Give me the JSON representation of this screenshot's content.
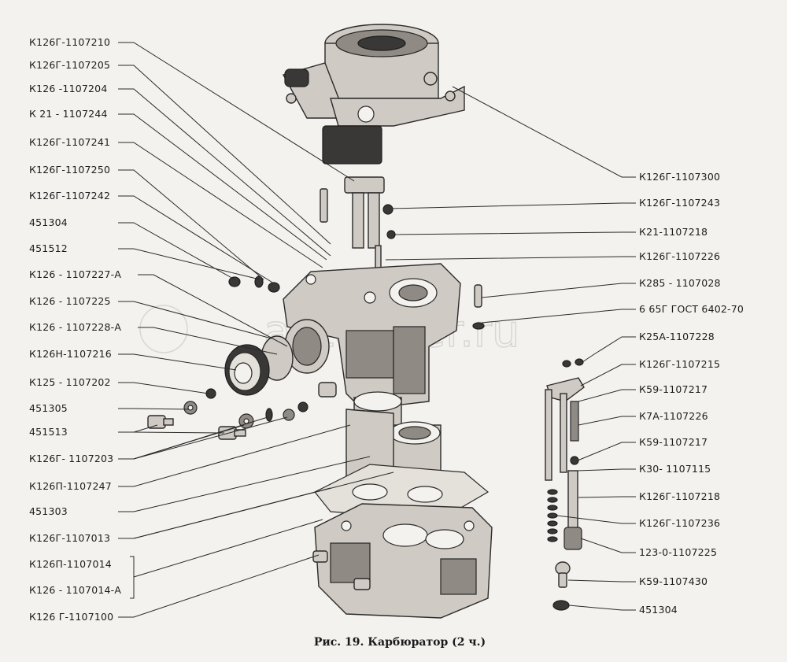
{
  "figure": {
    "caption": "Рис. 19. Карбюратор (2 ч.)",
    "watermark": "avtopiter.ru"
  },
  "labels_left": [
    "К126Г-1107210",
    "К126Г-1107205",
    "К126 -1107204",
    "К 21 - 1107244",
    "К126Г-1107241",
    "К126Г-1107250",
    "К126Г-1107242",
    "451304",
    "451512",
    "К126 - 1107227-А",
    "К126 - 1107225",
    "К126 - 1107228-А",
    "К126Н-1107216",
    "К125 - 1107202",
    "451305",
    "451513",
    "К126Г- 1107203",
    "К126П-1107247",
    "451303",
    "К126Г-1107013",
    "К126П-1107014",
    "К126 - 1107014-А",
    "К126 Г-1107100"
  ],
  "labels_right": [
    "К126Г-1107300",
    "К126Г-1107243",
    "К21-1107218",
    "К126Г-1107226",
    "К285 - 1107028",
    "6 65Г ГОСТ 6402-70",
    "К25А-1107228",
    "К126Г-1107215",
    "К59-1107217",
    "К7А-1107226",
    "К59-1107217",
    "К30- 1107115",
    "К126Г-1107218",
    "К126Г-1107236",
    "123-0-1107225",
    "К59-1107430",
    "451304"
  ]
}
